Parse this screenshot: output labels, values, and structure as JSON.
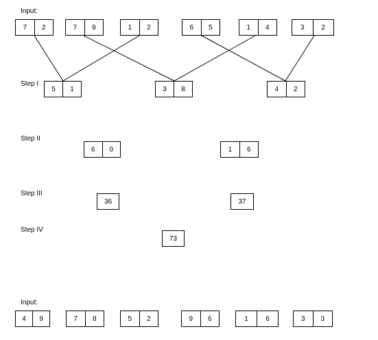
{
  "labels": {
    "input_top": "Input:",
    "step1": "Step I",
    "step2": "Step II",
    "step3": "Step III",
    "step4": "Step IV",
    "input_bottom": "Input:"
  },
  "input_top": [
    [
      "7",
      "2"
    ],
    [
      "7",
      "9"
    ],
    [
      "1",
      "2"
    ],
    [
      "6",
      "5"
    ],
    [
      "1",
      "4"
    ],
    [
      "3",
      "2"
    ]
  ],
  "step1": [
    [
      "5",
      "1"
    ],
    [
      "3",
      "8"
    ],
    [
      "4",
      "2"
    ]
  ],
  "step2": [
    [
      "6",
      "0"
    ],
    [
      "1",
      "6"
    ]
  ],
  "step3": [
    "36",
    "37"
  ],
  "step4": "73",
  "input_bottom": [
    [
      "4",
      "9"
    ],
    [
      "7",
      "8"
    ],
    [
      "5",
      "2"
    ],
    [
      "9",
      "6"
    ],
    [
      "1",
      "6"
    ],
    [
      "3",
      "3"
    ]
  ]
}
